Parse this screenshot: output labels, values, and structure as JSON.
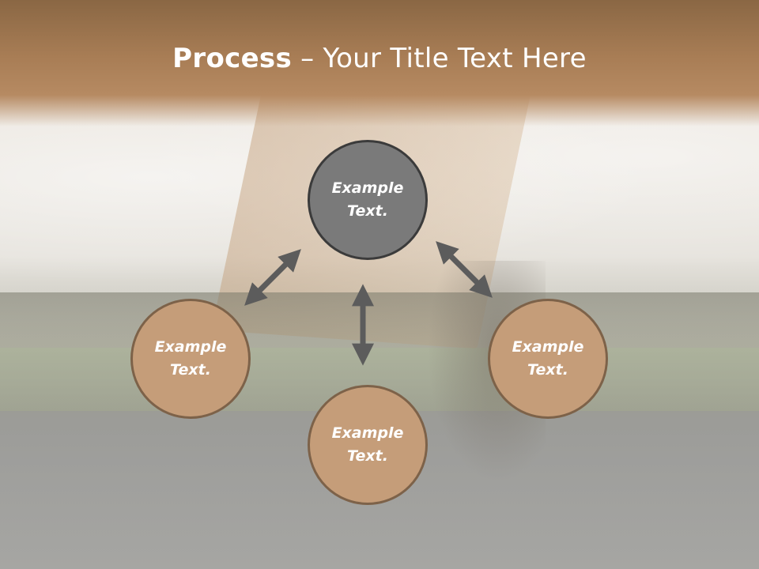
{
  "title": {
    "bold": "Process",
    "rest": " – Your Title Text Here"
  },
  "nodes": {
    "top": {
      "line1": "Example",
      "line2": "Text."
    },
    "left": {
      "line1": "Example",
      "line2": "Text."
    },
    "right": {
      "line1": "Example",
      "line2": "Text."
    },
    "bottom": {
      "line1": "Example",
      "line2": "Text."
    }
  },
  "colors": {
    "header": "#a87d55",
    "center_node": "#7a7a7a",
    "outer_node": "#c59d79",
    "arrow": "#5c5c5c"
  }
}
